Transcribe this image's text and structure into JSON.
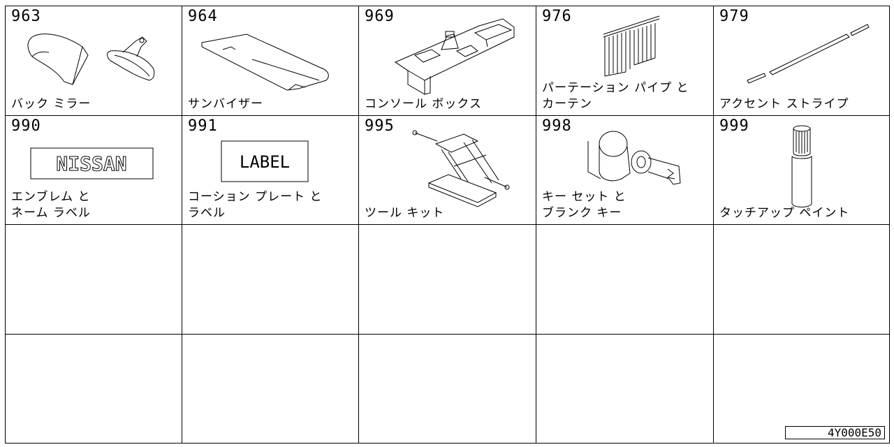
{
  "catalog": {
    "reference_code": "4Y000E50",
    "items": [
      {
        "code": "963",
        "label_lines": [
          "バック ミラー"
        ],
        "icon": "mirror-icon"
      },
      {
        "code": "964",
        "label_lines": [
          "サンバイザー"
        ],
        "icon": "sun-visor-icon"
      },
      {
        "code": "969",
        "label_lines": [
          "コンソール ボックス"
        ],
        "icon": "console-box-icon"
      },
      {
        "code": "976",
        "label_lines": [
          "パーテーション パイプ と",
          "カーテン"
        ],
        "icon": "curtain-icon"
      },
      {
        "code": "979",
        "label_lines": [
          "アクセント ストライプ"
        ],
        "icon": "stripe-icon"
      },
      {
        "code": "990",
        "label_lines": [
          "エンブレム と",
          "ネーム ラベル"
        ],
        "icon": "emblem-icon",
        "emblem_text": "NISSAN"
      },
      {
        "code": "991",
        "label_lines": [
          "コーション プレート と",
          "ラベル"
        ],
        "icon": "label-plate-icon",
        "plate_text": "LABEL"
      },
      {
        "code": "995",
        "label_lines": [
          "ツール キット"
        ],
        "icon": "jack-icon"
      },
      {
        "code": "998",
        "label_lines": [
          "キー セット と",
          "ブランク キー"
        ],
        "icon": "key-cylinder-icon"
      },
      {
        "code": "999",
        "label_lines": [
          "タッチアップ ペイント"
        ],
        "icon": "touch-up-paint-icon"
      }
    ]
  }
}
